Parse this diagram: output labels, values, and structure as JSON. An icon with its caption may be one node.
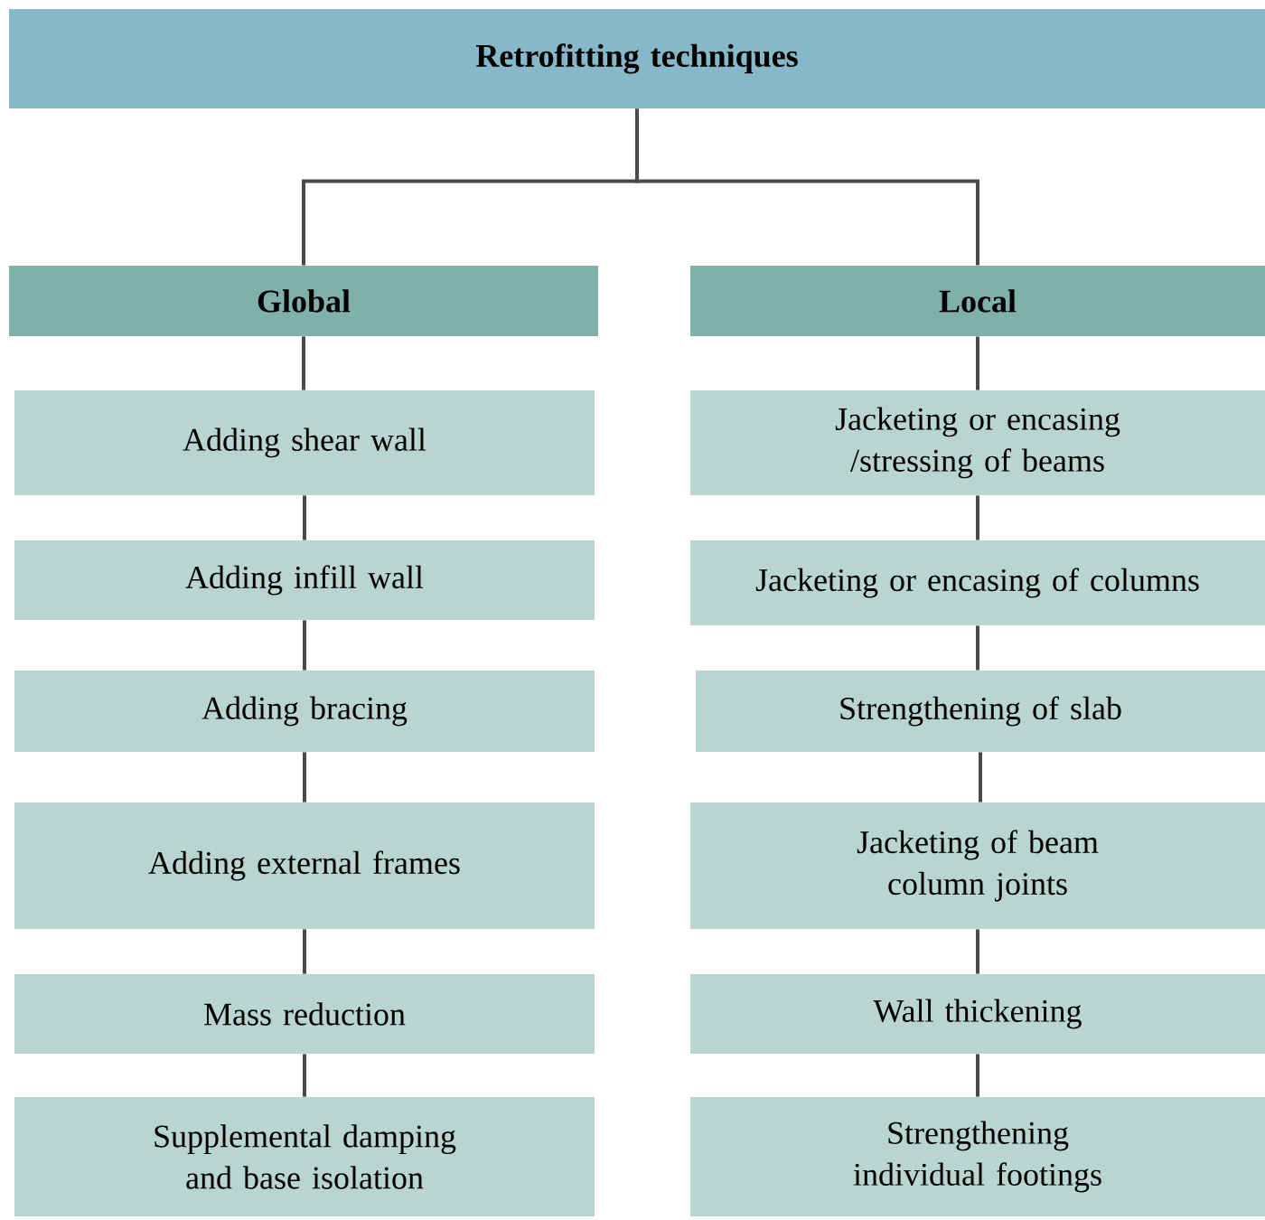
{
  "diagram": {
    "nodes": [
      {
        "text": [
          "Retrofitting techniques"
        ]
      },
      {
        "text": [
          "Global"
        ]
      },
      {
        "text": [
          "Local"
        ]
      },
      {
        "text": [
          "Adding shear wall"
        ]
      },
      {
        "text": [
          "Adding infill wall"
        ]
      },
      {
        "text": [
          "Adding bracing"
        ]
      },
      {
        "text": [
          "Adding external frames"
        ]
      },
      {
        "text": [
          "Mass reduction"
        ]
      },
      {
        "text": [
          "Supplemental damping and base isolation"
        ]
      },
      {
        "text": [
          "Jacketing or encasing /stressing of beams"
        ]
      },
      {
        "text": [
          "Jacketing or encasing of columns"
        ]
      },
      {
        "text": [
          "Strengthening of slab"
        ]
      },
      {
        "text": [
          "Jacketing of beam column joints"
        ]
      },
      {
        "text": [
          "Wall thickening"
        ]
      },
      {
        "text": [
          "Strengthening individual footings"
        ]
      }
    ],
    "edges": [
      {
        "from": 0,
        "to": 1,
        "arrow": "none"
      },
      {
        "from": 0,
        "to": 2,
        "arrow": "none"
      },
      {
        "from": 1,
        "to": 3,
        "arrow": "none"
      },
      {
        "from": 3,
        "to": 4,
        "arrow": "none"
      },
      {
        "from": 4,
        "to": 5,
        "arrow": "none"
      },
      {
        "from": 5,
        "to": 6,
        "arrow": "none"
      },
      {
        "from": 6,
        "to": 7,
        "arrow": "none"
      },
      {
        "from": 7,
        "to": 8,
        "arrow": "none"
      },
      {
        "from": 2,
        "to": 9,
        "arrow": "none"
      },
      {
        "from": 9,
        "to": 10,
        "arrow": "none"
      },
      {
        "from": 10,
        "to": 11,
        "arrow": "none"
      },
      {
        "from": 11,
        "to": 12,
        "arrow": "none"
      },
      {
        "from": 12,
        "to": 13,
        "arrow": "none"
      },
      {
        "from": 13,
        "to": 14,
        "arrow": "none"
      }
    ]
  }
}
